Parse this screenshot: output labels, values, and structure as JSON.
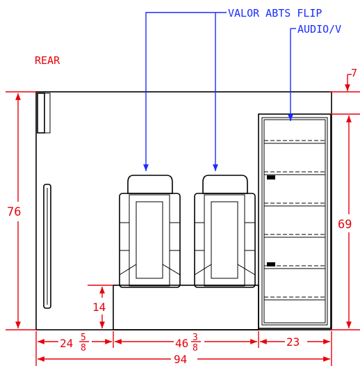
{
  "labels": {
    "rear": "REAR",
    "callout_top": "VALOR ABTS FLIP",
    "callout_bottom": "AUDIO/V"
  },
  "dimensions": {
    "top_offset": "7",
    "height_left": "76",
    "height_right": "69",
    "platform": "14",
    "seg1_whole": "24",
    "seg1_num": "5",
    "seg1_den": "8",
    "seg2_whole": "46",
    "seg2_num": "3",
    "seg2_den": "8",
    "seg3": "23",
    "total": "94"
  },
  "colors": {
    "dimension": "#e8000b",
    "callout": "#1a2cff",
    "drawing": "#000000"
  }
}
